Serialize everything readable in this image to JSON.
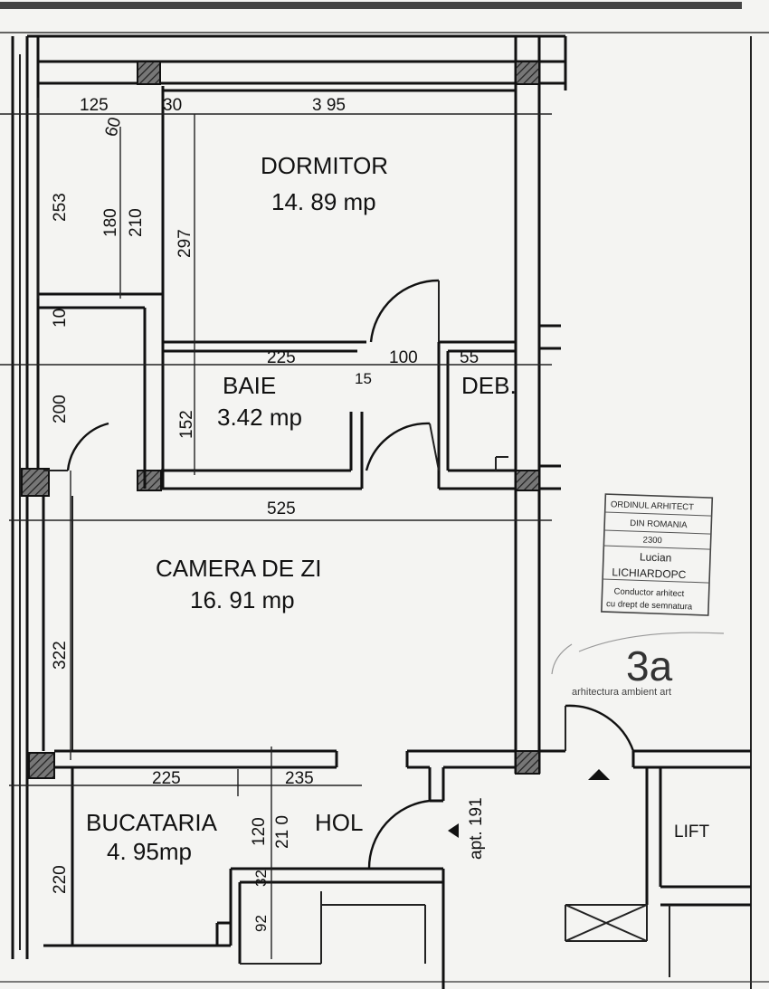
{
  "rooms": {
    "dormitor": {
      "name": "DORMITOR",
      "area": "14. 89 mp"
    },
    "baie": {
      "name": "BAIE",
      "area": "3.42 mp"
    },
    "deb": {
      "name": "DEB."
    },
    "camera": {
      "name": "CAMERA  DE  ZI",
      "area": "16. 91 mp"
    },
    "bucataria": {
      "name": "BUCATARIA",
      "area": "4. 95mp"
    },
    "hol": {
      "name": "HOL"
    },
    "lift": {
      "name": "LIFT"
    }
  },
  "dimensions": {
    "d125": "125",
    "d30": "30",
    "d395": "3 95",
    "d60": "60",
    "d253": "253",
    "d180": "180",
    "d210": "210",
    "d297": "297",
    "d10": "10",
    "d225a": "225",
    "d15": "15",
    "d100": "100",
    "d55": "55",
    "d200": "200",
    "d152": "152",
    "d525": "525",
    "d322": "322",
    "d225b": "225",
    "d235": "235",
    "d120": "120",
    "d210b": "21 0",
    "d32": "32",
    "d92": "92",
    "d220": "220"
  },
  "apartment_label": "apt. 191",
  "stamp": {
    "line1": "ORDINUL ARHITECT",
    "line2": "DIN ROMANIA",
    "line3": "2300",
    "line4": "Lucian",
    "line5": "LICHIARDOPC",
    "line6": "Conductor arhitect",
    "line7": "cu drept de semnatura"
  },
  "logo": {
    "mark": "3a",
    "subtitle": "arhitectura ambient art"
  },
  "colors": {
    "ink": "#111111",
    "paper": "#f4f4f2"
  }
}
